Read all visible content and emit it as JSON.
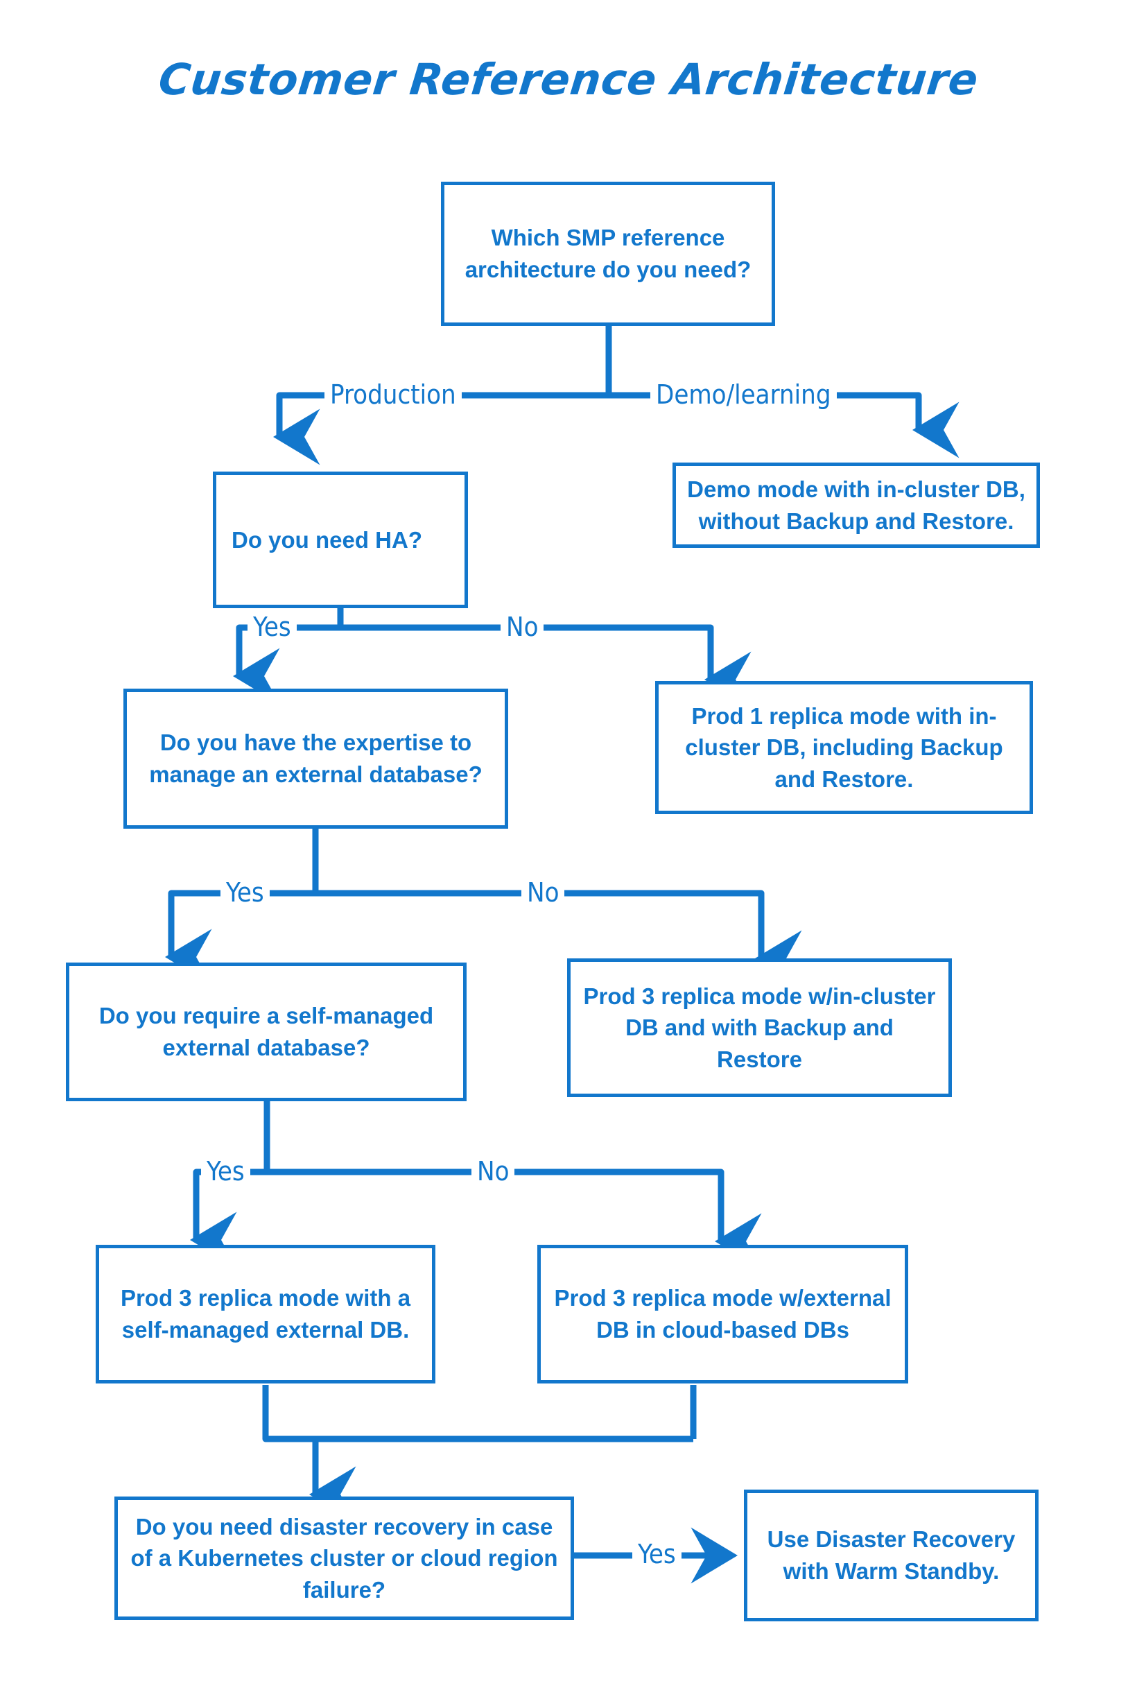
{
  "title": "Customer Reference Architecture",
  "colors": {
    "accent": "#1277cc",
    "background": "#ffffff",
    "text": "#1277cc"
  },
  "diagram": {
    "type": "flowchart",
    "nodes": [
      {
        "id": "start",
        "kind": "decision",
        "label": "Which SMP reference architecture do you need?"
      },
      {
        "id": "need_ha",
        "kind": "decision",
        "label": "Do you need HA?"
      },
      {
        "id": "demo_mode",
        "kind": "outcome",
        "label": "Demo mode with in-cluster DB, without Backup and Restore."
      },
      {
        "id": "expertise",
        "kind": "decision",
        "label": "Do you have the expertise to manage an external database?"
      },
      {
        "id": "prod1",
        "kind": "outcome",
        "label": "Prod 1 replica mode with in-cluster DB, including Backup and Restore."
      },
      {
        "id": "self_managed",
        "kind": "decision",
        "label": "Do you require a self-managed external database?"
      },
      {
        "id": "prod3_incluster",
        "kind": "outcome",
        "label": "Prod 3 replica mode w/in-cluster DB and with Backup and Restore"
      },
      {
        "id": "prod3_selfmanaged",
        "kind": "outcome",
        "label": "Prod 3 replica mode with a self-managed external DB."
      },
      {
        "id": "prod3_cloud",
        "kind": "outcome",
        "label": "Prod 3 replica mode w/external DB in cloud-based DBs"
      },
      {
        "id": "disaster_recovery",
        "kind": "decision",
        "label": "Do you need disaster recovery in case of a Kubernetes cluster or cloud region failure?"
      },
      {
        "id": "warm_standby",
        "kind": "outcome",
        "label": "Use Disaster Recovery with Warm Standby."
      }
    ],
    "edges": [
      {
        "from": "start",
        "to": "need_ha",
        "label": "Production"
      },
      {
        "from": "start",
        "to": "demo_mode",
        "label": "Demo/learning"
      },
      {
        "from": "need_ha",
        "to": "expertise",
        "label": "Yes"
      },
      {
        "from": "need_ha",
        "to": "prod1",
        "label": "No"
      },
      {
        "from": "expertise",
        "to": "self_managed",
        "label": "Yes"
      },
      {
        "from": "expertise",
        "to": "prod3_incluster",
        "label": "No"
      },
      {
        "from": "self_managed",
        "to": "prod3_selfmanaged",
        "label": "Yes"
      },
      {
        "from": "self_managed",
        "to": "prod3_cloud",
        "label": "No"
      },
      {
        "from": "prod3_selfmanaged",
        "to": "disaster_recovery",
        "label": ""
      },
      {
        "from": "prod3_cloud",
        "to": "disaster_recovery",
        "label": ""
      },
      {
        "from": "disaster_recovery",
        "to": "warm_standby",
        "label": "Yes"
      }
    ],
    "edge_labels": {
      "production": "Production",
      "demo_learning": "Demo/learning",
      "ha_yes": "Yes",
      "ha_no": "No",
      "expertise_yes": "Yes",
      "expertise_no": "No",
      "selfmanaged_yes": "Yes",
      "selfmanaged_no": "No",
      "dr_yes": "Yes"
    }
  }
}
